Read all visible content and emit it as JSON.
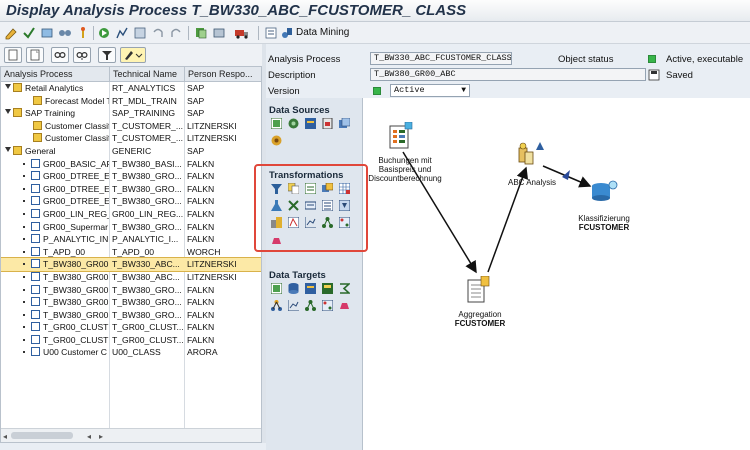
{
  "title": "Display Analysis Process T_BW330_ABC_FCUSTOMER_ CLASS",
  "toolbar": {
    "data_mining_label": "Data Mining"
  },
  "tree": {
    "columns": [
      "Analysis Process",
      "Technical Name",
      "Person Respo..."
    ],
    "rows": [
      {
        "name": "Retail Analytics",
        "tech": "RT_ANALYTICS",
        "person": "SAP"
      },
      {
        "name": "Forecast Model T",
        "tech": "RT_MDL_TRAIN",
        "person": "SAP"
      },
      {
        "name": "SAP Training",
        "tech": "SAP_TRAINING",
        "person": "SAP"
      },
      {
        "name": "Customer Classifi",
        "tech": "T_CUSTOMER_...",
        "person": "LITZNERSKI"
      },
      {
        "name": "Customer Classifi",
        "tech": "T_CUSTOMER_...",
        "person": "LITZNERSKI"
      },
      {
        "name": "General",
        "tech": "GENERIC",
        "person": "SAP"
      },
      {
        "name": "GR00_BASIC_AF",
        "tech": "T_BW380_BASI...",
        "person": "FALKN"
      },
      {
        "name": "GR00_DTREE_EI",
        "tech": "T_BW380_GRO...",
        "person": "FALKN"
      },
      {
        "name": "GR00_DTREE_EI",
        "tech": "T_BW380_GRO...",
        "person": "FALKN"
      },
      {
        "name": "GR00_DTREE_EI",
        "tech": "T_BW380_GRO...",
        "person": "FALKN"
      },
      {
        "name": "GR00_LIN_REG_",
        "tech": "GR00_LIN_REG...",
        "person": "FALKN"
      },
      {
        "name": "GR00_Supermar",
        "tech": "T_BW380_GRO...",
        "person": "FALKN"
      },
      {
        "name": "P_ANALYTIC_IN",
        "tech": "P_ANALYTIC_I...",
        "person": "FALKN"
      },
      {
        "name": "T_APD_00",
        "tech": "T_APD_00",
        "person": "WORCH"
      },
      {
        "name": "T_BW380_GR00",
        "tech": "T_BW330_ABC...",
        "person": "LITZNERSKI"
      },
      {
        "name": "T_BW380_GR00",
        "tech": "T_BW380_ABC...",
        "person": "LITZNERSKI"
      },
      {
        "name": "T_BW380_GR00",
        "tech": "T_BW380_GRO...",
        "person": "FALKN"
      },
      {
        "name": "T_BW380_GR00",
        "tech": "T_BW380_GRO...",
        "person": "FALKN"
      },
      {
        "name": "T_BW380_GR00",
        "tech": "T_BW380_GRO...",
        "person": "FALKN"
      },
      {
        "name": "T_GR00_CLUST",
        "tech": "T_GR00_CLUST...",
        "person": "FALKN"
      },
      {
        "name": "T_GR00_CLUST",
        "tech": "T_GR00_CLUST...",
        "person": "FALKN"
      },
      {
        "name": "U00 Customer C",
        "tech": "U00_CLASS",
        "person": "ARORA"
      }
    ]
  },
  "form": {
    "analysis_process_label": "Analysis Process",
    "analysis_process_value": "T_BW330_ABC_FCUSTOMER_CLASS",
    "description_label": "Description",
    "description_value": "T_BW380_GR00_ABC",
    "version_label": "Version",
    "version_value": "Active",
    "object_status_label": "Object status",
    "object_status_value": "Active, executable",
    "saved_label": "Saved"
  },
  "palette": {
    "data_sources_title": "Data Sources",
    "transformations_title": "Transformations",
    "data_targets_title": "Data Targets"
  },
  "nodes": {
    "source_label_1": "Buchungen mit",
    "source_label_2": "Basispreis und",
    "source_label_3": "Discountberechnung",
    "abc_label": "ABC Analysis",
    "aggregation_label_1": "Aggregation",
    "aggregation_label_2": "FCUSTOMER",
    "target_label_1": "Klassifizierung",
    "target_label_2": "FCUSTOMER"
  },
  "colors": {
    "accent_red": "#e0473a",
    "status_green": "#38b54a",
    "selection": "#fce9a6"
  }
}
